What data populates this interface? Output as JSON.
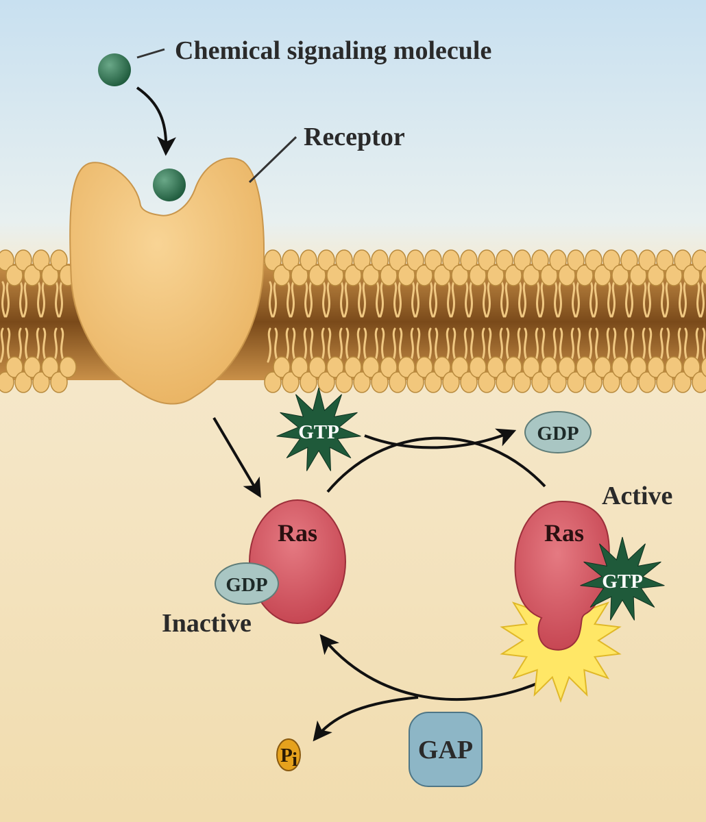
{
  "labels": {
    "chemical_signaling_molecule": "Chemical signaling molecule",
    "receptor": "Receptor",
    "active": "Active",
    "inactive": "Inactive",
    "ras_inactive": "Ras",
    "ras_active": "Ras",
    "gtp_incoming": "GTP",
    "gdp_released": "GDP",
    "gdp_bound": "GDP",
    "gtp_bound": "GTP",
    "gap": "GAP",
    "pi_p": "P",
    "pi_i": "i"
  },
  "colors": {
    "sky_top": "#c8e0f0",
    "cytoplasm": "#f3e0b8",
    "receptor": "#f2c47a",
    "signal_molecule": "#2f6e4d",
    "ras": "#d45560",
    "gtp_star": "#1f5a3a",
    "gdp_oval": "#a9c6c3",
    "gap_box": "#8db6c6",
    "phosphate": "#e6a21d",
    "activation_burst": "#ffe766",
    "membrane_head": "#f2c77c",
    "membrane_core": "#8a5a23"
  }
}
